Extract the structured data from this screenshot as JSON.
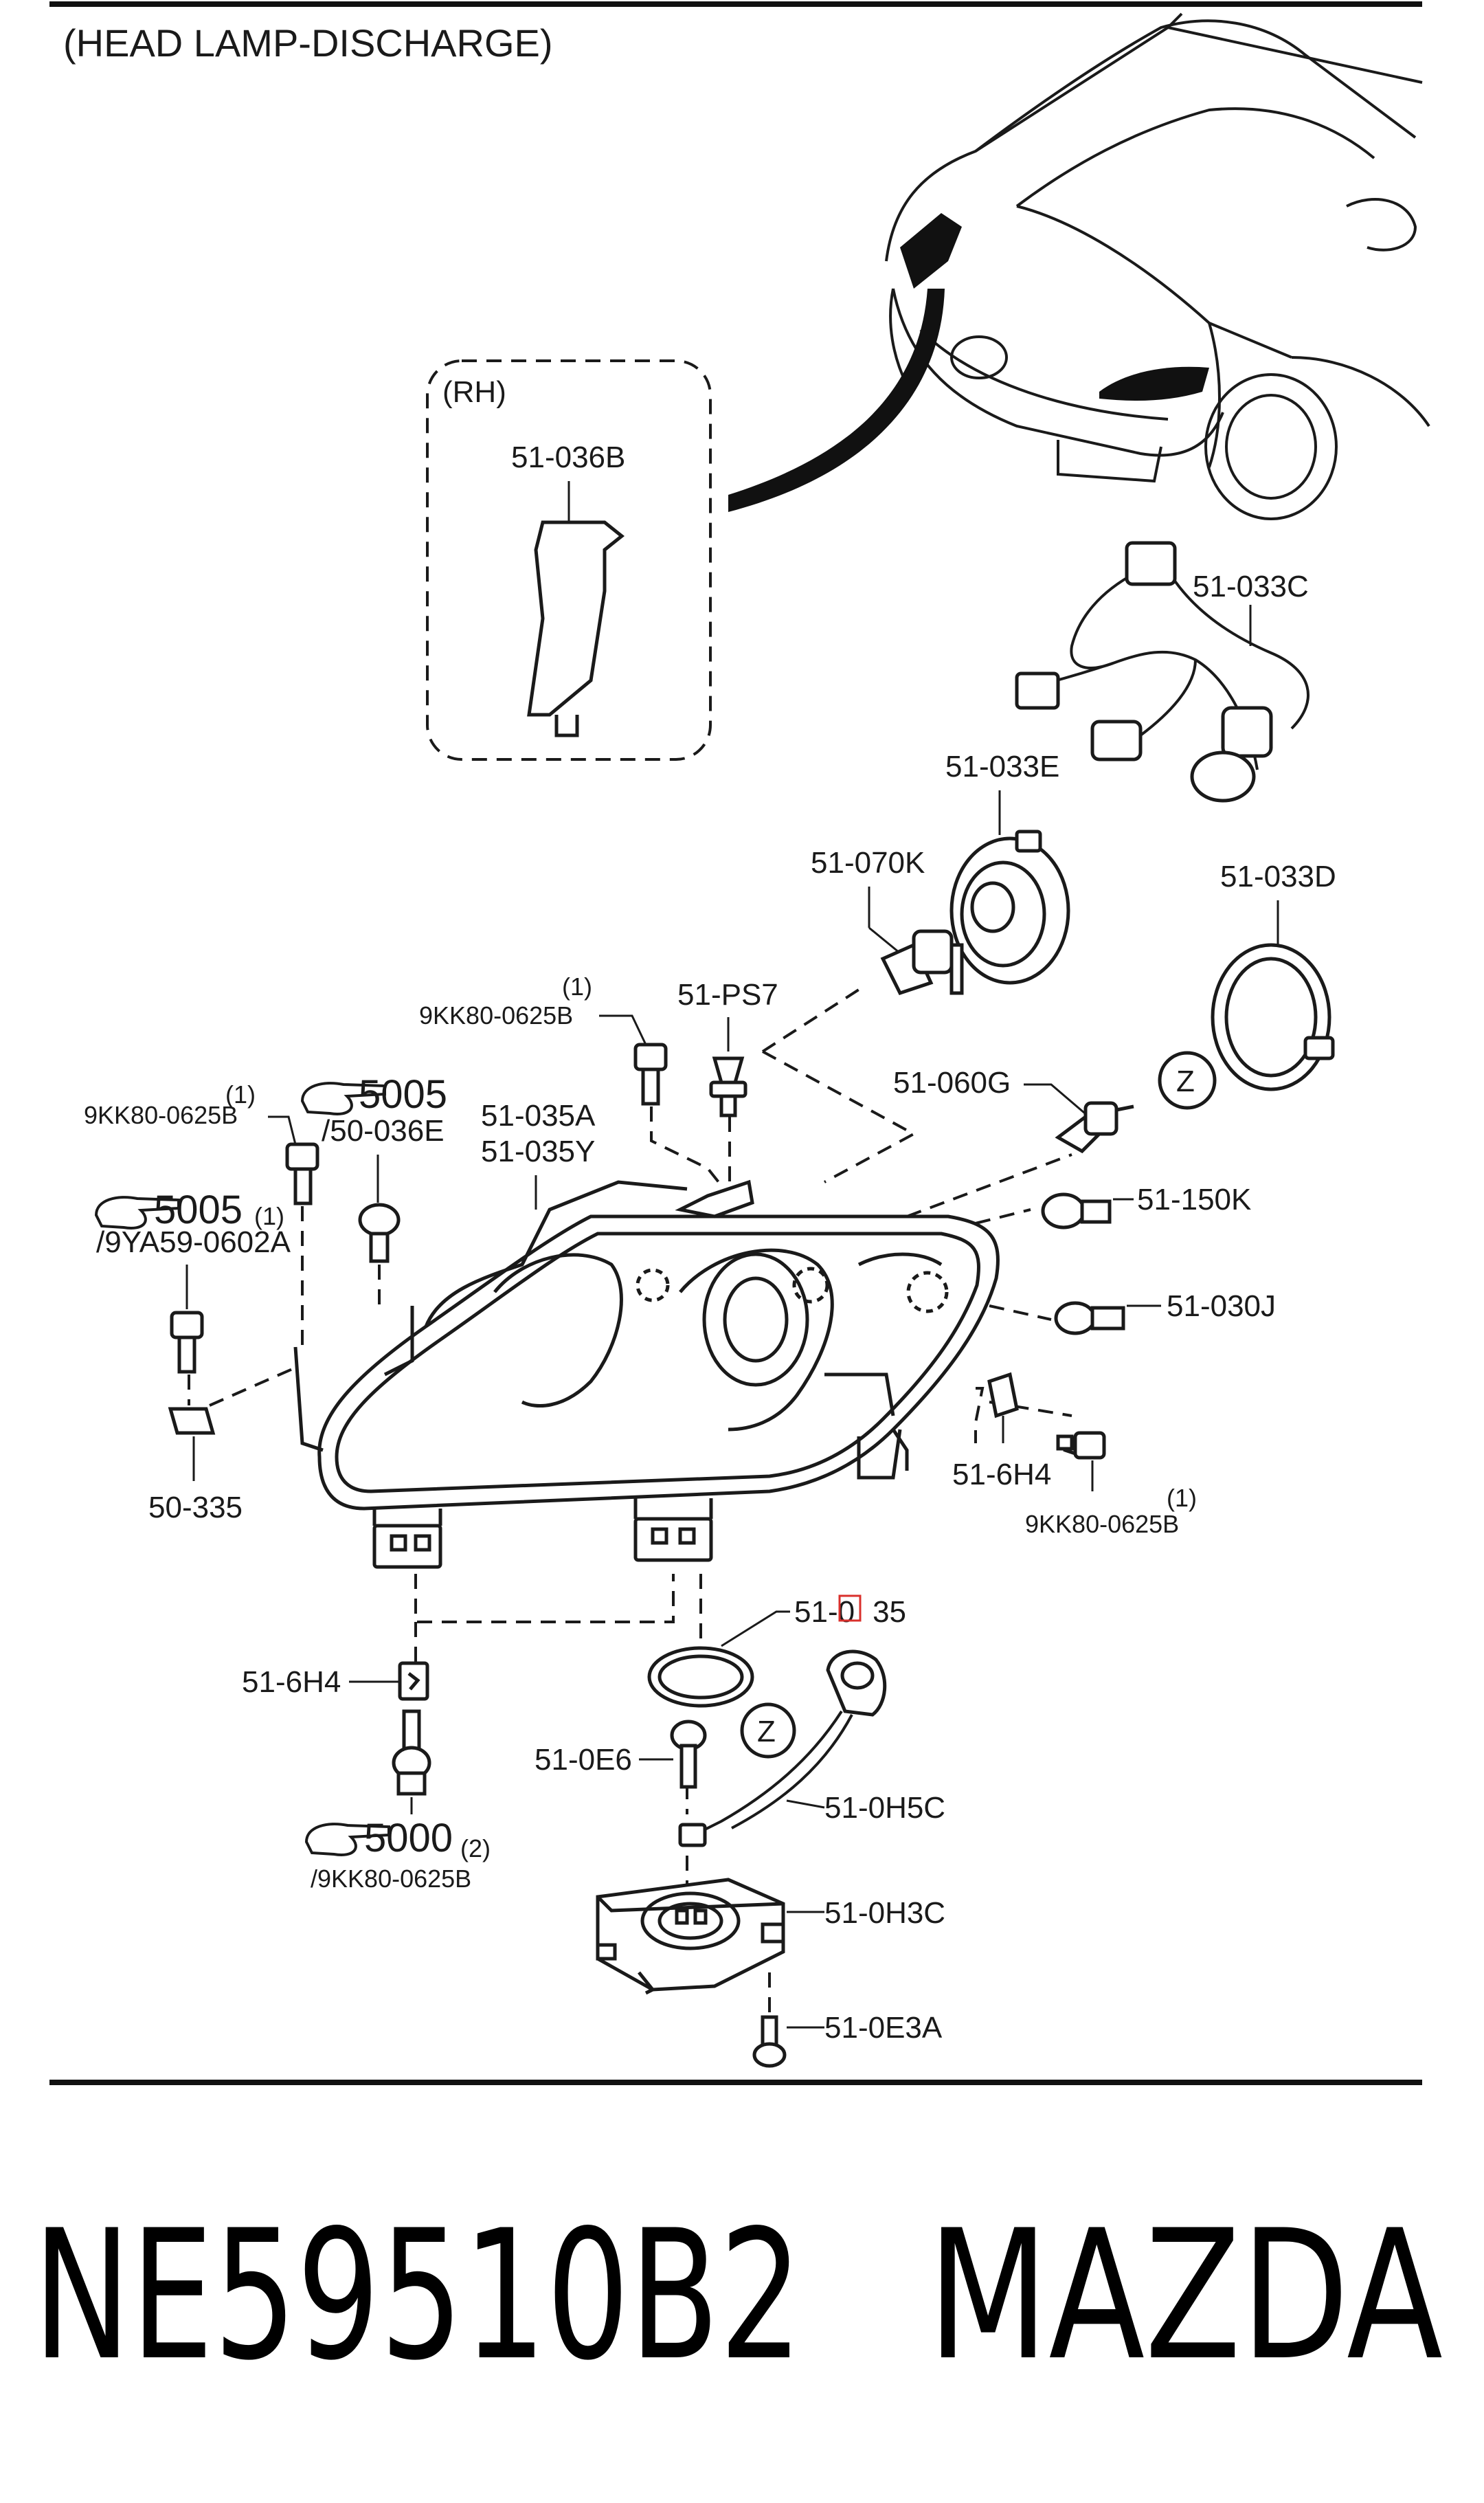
{
  "title": "(HEAD LAMP-DISCHARGE)",
  "rh_label": "(RH)",
  "labels": {
    "p_036B": "51-036B",
    "p_033C": "51-033C",
    "p_033E": "51-033E",
    "p_070K": "51-070K",
    "p_033D": "51-033D",
    "p_PS7": "51-PS7",
    "p_0625B_a": "9KK80-0625B",
    "q_a": "(1)",
    "p_060G": "51-060G",
    "z_a": "Z",
    "p_0625B_b": "9KK80-0625B",
    "q_b": "(1)",
    "ref_5005_a": "5005",
    "p_036E": "/50-036E",
    "p_035A": "51-035A",
    "p_035Y": "51-035Y",
    "p_150K": "51-150K",
    "ref_5005_b": "5005",
    "q_c": "(1)",
    "p_0602A": "/9YA59-0602A",
    "p_030J": "51-030J",
    "p_6H4_r": "51-6H4",
    "q_d": "(1)",
    "p_0625B_c": "9KK80-0625B",
    "p_50335": "50-335",
    "p_035_pre": "51-0",
    "p_035_post": "35",
    "p_6H4_l": "51-6H4",
    "z_b": "Z",
    "p_0E6": "51-0E6",
    "p_0H5C": "51-0H5C",
    "ref_5000": "5000",
    "q_e": "(2)",
    "p_0625B_d": "/9KK80-0625B",
    "p_0H3C": "51-0H3C",
    "p_0E3A": "51-0E3A"
  },
  "footer": {
    "part_number": "NE59510B2",
    "brand": "MAZDA"
  },
  "colors": {
    "ink": "#1a1a1a",
    "highlight_box": "#d9302c"
  },
  "icons": {
    "reference_hand": "pointing-hand-icon"
  }
}
